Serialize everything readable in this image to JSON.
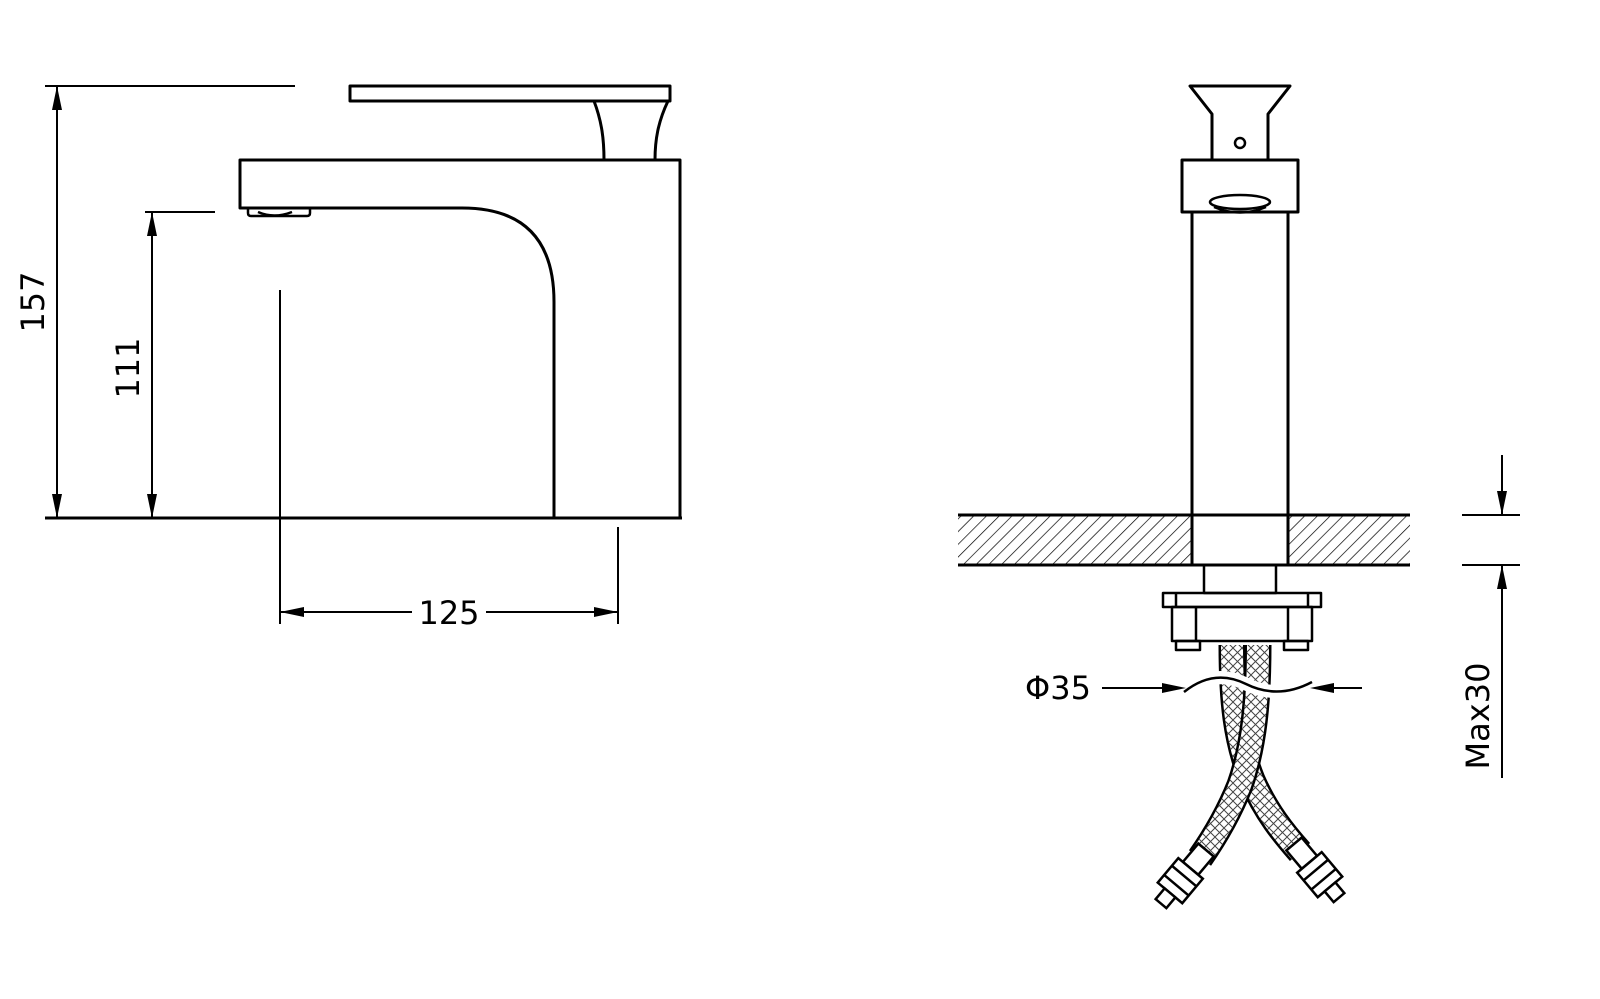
{
  "page": {
    "background": "#ffffff",
    "line_color": "#000000",
    "description": "technical-dimension-drawing-basin-faucet"
  },
  "dimensions": {
    "total_height": "157",
    "spout_height": "111",
    "spout_reach": "125",
    "hole_diameter": "Φ35",
    "max_deck_thickness": "Max30"
  }
}
